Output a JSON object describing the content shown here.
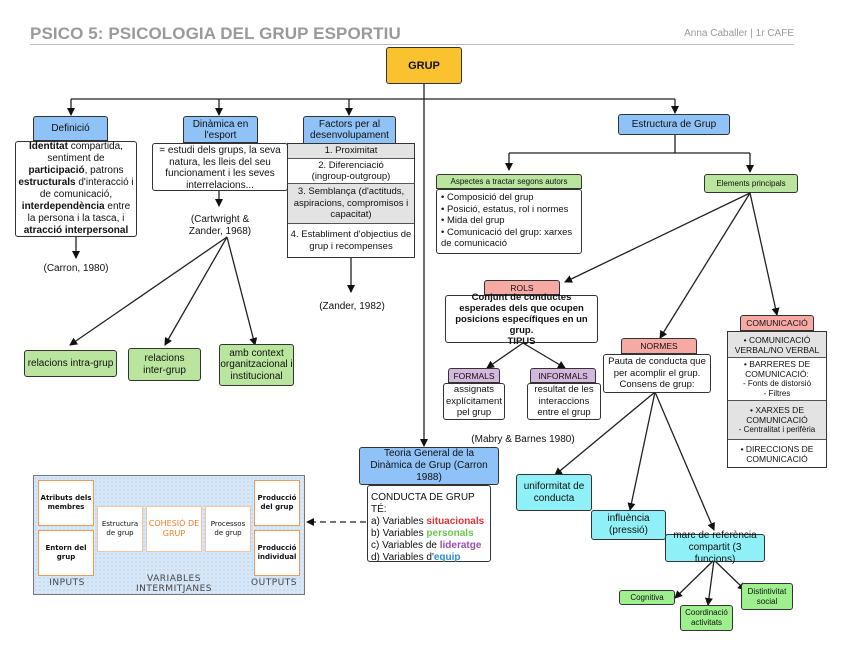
{
  "header": {
    "title": "PSICO 5: PSICOLOGIA DEL GRUP ESPORTIU",
    "author": "Anna Caballer  |   1r CAFE"
  },
  "root": {
    "label": "GRUP"
  },
  "definicio": {
    "title": "Definició",
    "body": [
      {
        "b": "Identitat",
        "t": " compartida, sentiment de "
      },
      {
        "b": "participació",
        "t": ", patrons "
      },
      {
        "b": "estructurals",
        "t": " d'interacció i de comunicació, "
      },
      {
        "b": "interdependència",
        "t": " entre la persona i la tasca, i "
      },
      {
        "b": "atracció interpersonal",
        "t": ""
      }
    ],
    "source": "(Carron, 1980)"
  },
  "dinamica": {
    "title": "Dinàmica en l'esport",
    "body": "= estudi dels grups, la seva natura, les lleis del seu funcionament i les seves interrelacions...",
    "source": "(Cartwright & Zander, 1968)",
    "children": [
      "relacions intra-grup",
      "relacions inter-grup",
      "amb context organitzacional i institucional"
    ]
  },
  "factors": {
    "title": "Factors per al desenvolupament",
    "items": [
      "1. Proximitat",
      "2. Diferenciació (ingroup-outgroup)",
      "3. Semblança (d'actituds, aspiracions, compromisos i capacitat)",
      "4. Establiment d'objectius de grup i recompenses"
    ],
    "source": "(Zander, 1982)"
  },
  "estructura": {
    "title": "Estructura de Grup",
    "aspectes": {
      "title": "Aspectes a tractar segons autors",
      "items": [
        "• Composició del grup",
        "• Posició, estatus, rol i normes",
        "• Mida del grup",
        "• Comunicació del grup: xarxes de comunicació"
      ]
    },
    "elements": {
      "title": "Elements principals"
    },
    "rols": {
      "title": "ROLS",
      "body": "Conjunt de conductes esperades dels que ocupen posicions específiques en un grup.",
      "tipus": "TIPUS",
      "formals": {
        "title": "FORMALS",
        "body": "assignats explícitament pel grup"
      },
      "informals": {
        "title": "INFORMALS",
        "body": "resultat de les interaccions entre el grup"
      },
      "source": "(Mabry & Barnes 1980)"
    },
    "normes": {
      "title": "NORMES",
      "body": "Pauta de conducta que per acomplir el grup. Consens de grup:",
      "children": [
        "uniformitat de conducta",
        "influència (pressió)",
        "marc de referència compartit (3 funcions)"
      ],
      "funcions": [
        "Cognitiva",
        "Coordinació activitats",
        "Distintivitat social"
      ]
    },
    "comunicacio": {
      "title": "COMUNICACIÓ",
      "items": [
        [
          "• COMUNICACIÓ VERBAL/NO VERBAL"
        ],
        [
          "• BARRERES DE COMUNICACIÓ:",
          "- Fonts de distorsió",
          "- Filtres"
        ],
        [
          "• XARXES DE COMUNICACIÓ",
          "- Centralitat i perifèria"
        ],
        [
          "• DIRECCIONS DE COMUNICACIÓ"
        ]
      ]
    }
  },
  "teoria": {
    "title": "Teoria General de la Dinàmica de Grup (Carron 1988)",
    "heading": "CONDUCTA DE GRUP TÉ:",
    "items": [
      {
        "prefix": "a) Variables ",
        "word": "situacionals",
        "color": "#e0333a"
      },
      {
        "prefix": "b) Variables ",
        "word": "personals",
        "color": "#6cc64d"
      },
      {
        "prefix": "c) Variables de ",
        "word": "lideratge",
        "color": "#9b4db3"
      },
      {
        "prefix": "d) Variables d'",
        "word": "equip",
        "color": "#2a8bd8"
      }
    ]
  },
  "model": {
    "inputs": [
      "Atributs dels membres",
      "Entorn del grup"
    ],
    "middle": [
      "Estructura de grup",
      "COHESIÓ DE GRUP",
      "Processos de grup"
    ],
    "outputs": [
      "Producció del grup",
      "Producció individual"
    ],
    "labels": {
      "inputs": "INPUTS",
      "variables": "VARIABLES INTERMITJANES",
      "outputs": "OUTPUTS"
    }
  },
  "colors": {
    "root": "#f9c22e",
    "blue": "#8fc2f7",
    "green": "#b9e59e",
    "pink": "#f7a9a3",
    "lilac": "#d3b7dc",
    "cyan": "#8ff1f7",
    "bright_green": "#9ef08f",
    "grey_cell": "#e3e3e3"
  }
}
